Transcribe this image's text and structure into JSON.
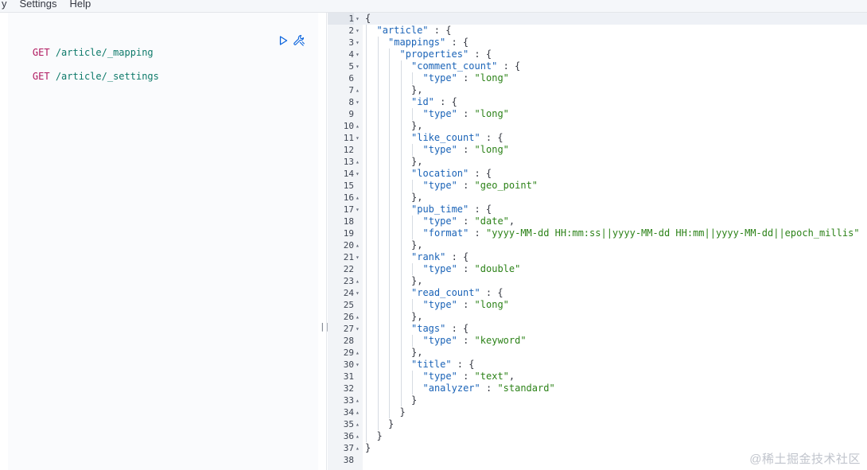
{
  "menu": {
    "items": [
      "y",
      "Settings",
      "Help"
    ]
  },
  "requests": [
    {
      "method": "GET",
      "path": "/article/_mapping"
    },
    {
      "method": "GET",
      "path": "/article/_settings"
    }
  ],
  "icons": {
    "run": "play-icon",
    "settings": "wrench-icon",
    "resize": "drag-handle-icon"
  },
  "divider_grip": "||",
  "response_lines": [
    {
      "n": "1",
      "fold": "open",
      "depth": 0,
      "parts": [
        [
          "pun",
          "{"
        ]
      ]
    },
    {
      "n": "2",
      "fold": "open",
      "depth": 1,
      "parts": [
        [
          "key",
          "\"article\""
        ],
        [
          "pun",
          " : {"
        ]
      ]
    },
    {
      "n": "3",
      "fold": "open",
      "depth": 2,
      "parts": [
        [
          "key",
          "\"mappings\""
        ],
        [
          "pun",
          " : {"
        ]
      ]
    },
    {
      "n": "4",
      "fold": "open",
      "depth": 3,
      "parts": [
        [
          "key",
          "\"properties\""
        ],
        [
          "pun",
          " : {"
        ]
      ]
    },
    {
      "n": "5",
      "fold": "open",
      "depth": 4,
      "parts": [
        [
          "key",
          "\"comment_count\""
        ],
        [
          "pun",
          " : {"
        ]
      ]
    },
    {
      "n": "6",
      "fold": "",
      "depth": 5,
      "parts": [
        [
          "key",
          "\"type\""
        ],
        [
          "pun",
          " : "
        ],
        [
          "str",
          "\"long\""
        ]
      ]
    },
    {
      "n": "7",
      "fold": "close",
      "depth": 4,
      "parts": [
        [
          "pun",
          "},"
        ]
      ]
    },
    {
      "n": "8",
      "fold": "open",
      "depth": 4,
      "parts": [
        [
          "key",
          "\"id\""
        ],
        [
          "pun",
          " : {"
        ]
      ]
    },
    {
      "n": "9",
      "fold": "",
      "depth": 5,
      "parts": [
        [
          "key",
          "\"type\""
        ],
        [
          "pun",
          " : "
        ],
        [
          "str",
          "\"long\""
        ]
      ]
    },
    {
      "n": "10",
      "fold": "close",
      "depth": 4,
      "parts": [
        [
          "pun",
          "},"
        ]
      ]
    },
    {
      "n": "11",
      "fold": "open",
      "depth": 4,
      "parts": [
        [
          "key",
          "\"like_count\""
        ],
        [
          "pun",
          " : {"
        ]
      ]
    },
    {
      "n": "12",
      "fold": "",
      "depth": 5,
      "parts": [
        [
          "key",
          "\"type\""
        ],
        [
          "pun",
          " : "
        ],
        [
          "str",
          "\"long\""
        ]
      ]
    },
    {
      "n": "13",
      "fold": "close",
      "depth": 4,
      "parts": [
        [
          "pun",
          "},"
        ]
      ]
    },
    {
      "n": "14",
      "fold": "open",
      "depth": 4,
      "parts": [
        [
          "key",
          "\"location\""
        ],
        [
          "pun",
          " : {"
        ]
      ]
    },
    {
      "n": "15",
      "fold": "",
      "depth": 5,
      "parts": [
        [
          "key",
          "\"type\""
        ],
        [
          "pun",
          " : "
        ],
        [
          "str",
          "\"geo_point\""
        ]
      ]
    },
    {
      "n": "16",
      "fold": "close",
      "depth": 4,
      "parts": [
        [
          "pun",
          "},"
        ]
      ]
    },
    {
      "n": "17",
      "fold": "open",
      "depth": 4,
      "parts": [
        [
          "key",
          "\"pub_time\""
        ],
        [
          "pun",
          " : {"
        ]
      ]
    },
    {
      "n": "18",
      "fold": "",
      "depth": 5,
      "parts": [
        [
          "key",
          "\"type\""
        ],
        [
          "pun",
          " : "
        ],
        [
          "str",
          "\"date\""
        ],
        [
          "pun",
          ","
        ]
      ]
    },
    {
      "n": "19",
      "fold": "",
      "depth": 5,
      "parts": [
        [
          "key",
          "\"format\""
        ],
        [
          "pun",
          " : "
        ],
        [
          "str",
          "\"yyyy-MM-dd HH:mm:ss||yyyy-MM-dd HH:mm||yyyy-MM-dd||epoch_millis\""
        ]
      ]
    },
    {
      "n": "20",
      "fold": "close",
      "depth": 4,
      "parts": [
        [
          "pun",
          "},"
        ]
      ]
    },
    {
      "n": "21",
      "fold": "open",
      "depth": 4,
      "parts": [
        [
          "key",
          "\"rank\""
        ],
        [
          "pun",
          " : {"
        ]
      ]
    },
    {
      "n": "22",
      "fold": "",
      "depth": 5,
      "parts": [
        [
          "key",
          "\"type\""
        ],
        [
          "pun",
          " : "
        ],
        [
          "str",
          "\"double\""
        ]
      ]
    },
    {
      "n": "23",
      "fold": "close",
      "depth": 4,
      "parts": [
        [
          "pun",
          "},"
        ]
      ]
    },
    {
      "n": "24",
      "fold": "open",
      "depth": 4,
      "parts": [
        [
          "key",
          "\"read_count\""
        ],
        [
          "pun",
          " : {"
        ]
      ]
    },
    {
      "n": "25",
      "fold": "",
      "depth": 5,
      "parts": [
        [
          "key",
          "\"type\""
        ],
        [
          "pun",
          " : "
        ],
        [
          "str",
          "\"long\""
        ]
      ]
    },
    {
      "n": "26",
      "fold": "close",
      "depth": 4,
      "parts": [
        [
          "pun",
          "},"
        ]
      ]
    },
    {
      "n": "27",
      "fold": "open",
      "depth": 4,
      "parts": [
        [
          "key",
          "\"tags\""
        ],
        [
          "pun",
          " : {"
        ]
      ]
    },
    {
      "n": "28",
      "fold": "",
      "depth": 5,
      "parts": [
        [
          "key",
          "\"type\""
        ],
        [
          "pun",
          " : "
        ],
        [
          "str",
          "\"keyword\""
        ]
      ]
    },
    {
      "n": "29",
      "fold": "close",
      "depth": 4,
      "parts": [
        [
          "pun",
          "},"
        ]
      ]
    },
    {
      "n": "30",
      "fold": "open",
      "depth": 4,
      "parts": [
        [
          "key",
          "\"title\""
        ],
        [
          "pun",
          " : {"
        ]
      ]
    },
    {
      "n": "31",
      "fold": "",
      "depth": 5,
      "parts": [
        [
          "key",
          "\"type\""
        ],
        [
          "pun",
          " : "
        ],
        [
          "str",
          "\"text\""
        ],
        [
          "pun",
          ","
        ]
      ]
    },
    {
      "n": "32",
      "fold": "",
      "depth": 5,
      "parts": [
        [
          "key",
          "\"analyzer\""
        ],
        [
          "pun",
          " : "
        ],
        [
          "str",
          "\"standard\""
        ]
      ]
    },
    {
      "n": "33",
      "fold": "close",
      "depth": 4,
      "parts": [
        [
          "pun",
          "}"
        ]
      ]
    },
    {
      "n": "34",
      "fold": "close",
      "depth": 3,
      "parts": [
        [
          "pun",
          "}"
        ]
      ]
    },
    {
      "n": "35",
      "fold": "close",
      "depth": 2,
      "parts": [
        [
          "pun",
          "}"
        ]
      ]
    },
    {
      "n": "36",
      "fold": "close",
      "depth": 1,
      "parts": [
        [
          "pun",
          "}"
        ]
      ]
    },
    {
      "n": "37",
      "fold": "close",
      "depth": 0,
      "parts": [
        [
          "pun",
          "}"
        ]
      ]
    },
    {
      "n": "38",
      "fold": "",
      "depth": 0,
      "parts": []
    }
  ],
  "watermark": "@稀土掘金技术社区"
}
